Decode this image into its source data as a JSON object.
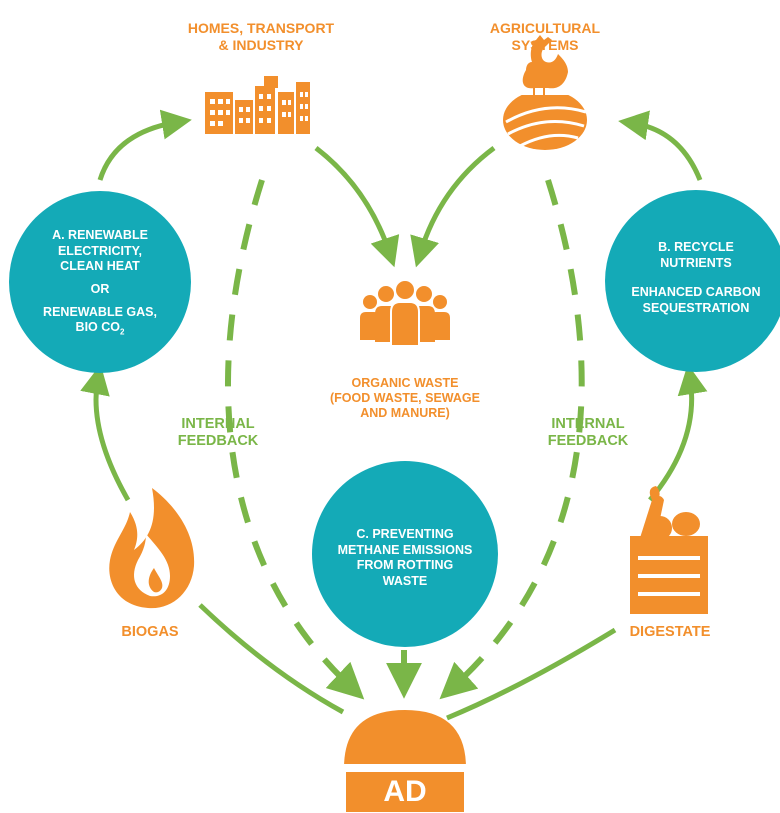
{
  "colors": {
    "orange": "#f28f2c",
    "teal": "#14aab7",
    "green": "#7ab648",
    "white": "#ffffff"
  },
  "labels": {
    "homes_line1": "HOMES, TRANSPORT",
    "homes_line2": "& INDUSTRY",
    "agri_line1": "AGRICULTURAL",
    "agri_line2": "SYSTEMS",
    "organic_line1": "ORGANIC WASTE",
    "organic_line2": "(FOOD WASTE, SEWAGE",
    "organic_line3": "AND MANURE)",
    "internal_left_line1": "INTERNAL",
    "internal_left_line2": "FEEDBACK",
    "internal_right_line1": "INTERNAL",
    "internal_right_line2": "FEEDBACK",
    "biogas": "BIOGAS",
    "digestate": "DIGESTATE",
    "ad": "AD"
  },
  "circles": {
    "a": {
      "line1": "A. RENEWABLE",
      "line2": "ELECTRICITY,",
      "line3": "CLEAN HEAT",
      "or": "OR",
      "line4": "RENEWABLE GAS,",
      "line5": "BIO CO",
      "line5_sub": "2"
    },
    "b": {
      "line1": "B. RECYCLE",
      "line2": "NUTRIENTS",
      "line3": "ENHANCED CARBON",
      "line4": "SEQUESTRATION"
    },
    "c": {
      "line1": "C. PREVENTING",
      "line2": "METHANE EMISSIONS",
      "line3": "FROM ROTTING",
      "line4": "WASTE"
    }
  },
  "icons": [
    "city-buildings-icon",
    "rooster-field-icon",
    "people-group-icon",
    "flame-icon",
    "vegetable-crate-icon",
    "ad-dome-icon"
  ]
}
